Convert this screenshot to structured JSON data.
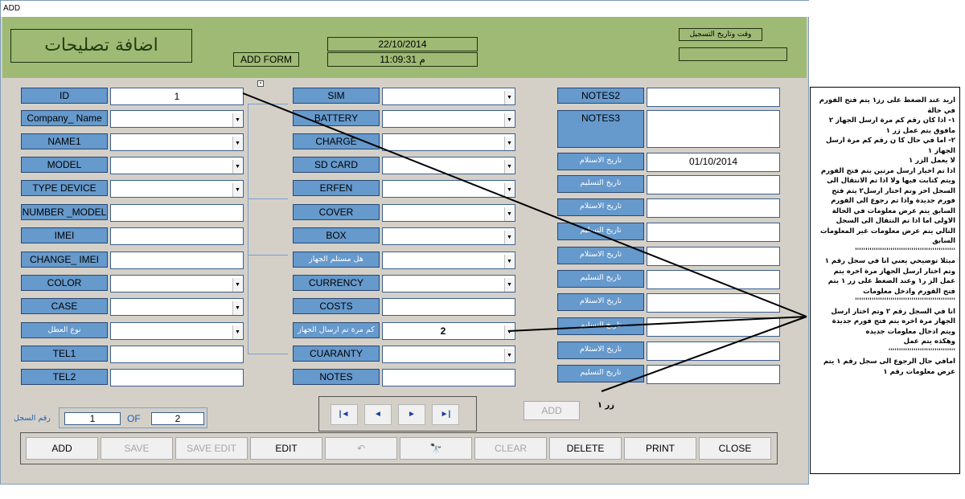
{
  "window": {
    "title": "ADD"
  },
  "header": {
    "form_title": "اضافة تصليحات",
    "form_tag": "ADD FORM",
    "date": "22/10/2014",
    "time": "11:09:31 م",
    "reg_time_label": "وقت وتاريخ التسجيل",
    "reg_time_value": ""
  },
  "left_fields": [
    {
      "label": "ID",
      "value": "1",
      "kind": "text"
    },
    {
      "label": "Company_ Name",
      "value": "",
      "kind": "combo"
    },
    {
      "label": "NAME1",
      "value": "",
      "kind": "combo"
    },
    {
      "label": "MODEL",
      "value": "",
      "kind": "combo"
    },
    {
      "label": "TYPE DEVICE",
      "value": "",
      "kind": "combo"
    },
    {
      "label": "NUMBER _MODEL",
      "value": "",
      "kind": "text"
    },
    {
      "label": "IMEI",
      "value": "",
      "kind": "text"
    },
    {
      "label": "CHANGE_ IMEI",
      "value": "",
      "kind": "text"
    },
    {
      "label": "COLOR",
      "value": "",
      "kind": "combo"
    },
    {
      "label": "CASE",
      "value": "",
      "kind": "combo"
    },
    {
      "label": "نوع العطل",
      "value": "",
      "kind": "combo"
    },
    {
      "label": "TEL1",
      "value": "",
      "kind": "text"
    },
    {
      "label": "TEL2",
      "value": "",
      "kind": "text"
    }
  ],
  "mid_fields": [
    {
      "label": "SIM",
      "value": "",
      "kind": "combo"
    },
    {
      "label": "BATTERY",
      "value": "",
      "kind": "combo"
    },
    {
      "label": "CHARGE",
      "value": "",
      "kind": "combo"
    },
    {
      "label": "SD CARD",
      "value": "",
      "kind": "combo"
    },
    {
      "label": "ERFEN",
      "value": "",
      "kind": "combo"
    },
    {
      "label": "COVER",
      "value": "",
      "kind": "combo"
    },
    {
      "label": "BOX",
      "value": "",
      "kind": "combo"
    },
    {
      "label": "هل مستلم الجهاز",
      "value": "",
      "kind": "combo"
    },
    {
      "label": "CURRENCY",
      "value": "",
      "kind": "combo"
    },
    {
      "label": "COSTS",
      "value": "",
      "kind": "text"
    },
    {
      "label": "كم مرة تم ارسال الجهاز",
      "value": "2",
      "kind": "combo"
    },
    {
      "label": "CUARANTY",
      "value": "",
      "kind": "combo"
    },
    {
      "label": "NOTES",
      "value": "",
      "kind": "text"
    }
  ],
  "right_fields": {
    "notes2": {
      "label": "NOTES2",
      "value": ""
    },
    "notes3": {
      "label": "NOTES3",
      "value": ""
    },
    "dates": [
      {
        "label": "تاريخ الاستلام",
        "value": "01/10/2014"
      },
      {
        "label": "تاريخ التسليم",
        "value": ""
      },
      {
        "label": "تاريخ الاستلام",
        "value": ""
      },
      {
        "label": "تاريخ التسليم",
        "value": ""
      },
      {
        "label": "تاريخ الاستلام",
        "value": ""
      },
      {
        "label": "تاريخ التسليم",
        "value": ""
      },
      {
        "label": "تاريخ الاستلام",
        "value": ""
      },
      {
        "label": "تاريخ التسليم",
        "value": ""
      },
      {
        "label": "تاريخ الاستلام",
        "value": ""
      },
      {
        "label": "تاريخ التسليم",
        "value": ""
      }
    ]
  },
  "record_nav": {
    "label": "رقم السجل",
    "current": "1",
    "of_label": "OF",
    "total": "2"
  },
  "nav_buttons": [
    {
      "name": "first-record-icon",
      "glyph": "|◄"
    },
    {
      "name": "prev-record-icon",
      "glyph": "◄"
    },
    {
      "name": "next-record-icon",
      "glyph": "►"
    },
    {
      "name": "last-record-icon",
      "glyph": "►|"
    }
  ],
  "add_small": {
    "label": "ADD",
    "caption": "زر ١"
  },
  "toolbar": [
    {
      "label": "ADD",
      "enabled": true
    },
    {
      "label": "SAVE",
      "enabled": false
    },
    {
      "label": "SAVE EDIT",
      "enabled": false
    },
    {
      "label": "EDIT",
      "enabled": true
    },
    {
      "label": "↶",
      "enabled": false
    },
    {
      "label": "🔭",
      "enabled": true
    },
    {
      "label": "CLEAR",
      "enabled": false
    },
    {
      "label": "DELETE",
      "enabled": true
    },
    {
      "label": "PRINT",
      "enabled": true
    },
    {
      "label": "CLOSE",
      "enabled": true
    }
  ],
  "note": {
    "text": "اريد عند الضغط على رز١ يتم فتح الفورم\nفي حالة\n١- اذا كان رقم كم مرة ارسل الجهاز ٢\nمافوق يتم عمل زر ١\n٢- اما في حال كا ن رقم كم مرة ارسل\nالجهاز ١\nلا يعمل الزر ١\nاذا تم اخيار ارسل مرتين يتم فتح الفورم\nويتم كتابت فيها ولا اذا تم الانتقال الى\nالسجل اخر وتم اختار ارسل٢ يتم فتح\nفورم جديدة واذا تم رجوع الى الفورم\nالسابق يتم عرض معلومات في الحالة\nالاولى اما اذا تم النتقال الى السجل\nالتالي يتم عرض معلومات غير المعلومات\nالسابق\n''''''''''''''''''''''''''''''''''''''''''''''''\nميثلا توضيحي يعني انا في سجل رقم ١\nوتم اختار ارسل الجهاز مرة اخره يتم\nعمل الز ر١ وعند الضغط على زر ١ يتم\nفتح الفورم وادخل معلومات\n''''''''''''''''''''''''''''''''''''''''''''''''\nانا في السجل رقم ٢ وتم اختار ارسل\nالجهاز مرة اخره يتم فتح فورم جديدة\nويتم ادخال معلومات جديده\nوهكذه يتم عمل\n''''''''''''''''''''''''''''''''\nامافي حال الرجوع الى سجل رقم ١ يتم\nعرض معلومات رقم ١"
  }
}
